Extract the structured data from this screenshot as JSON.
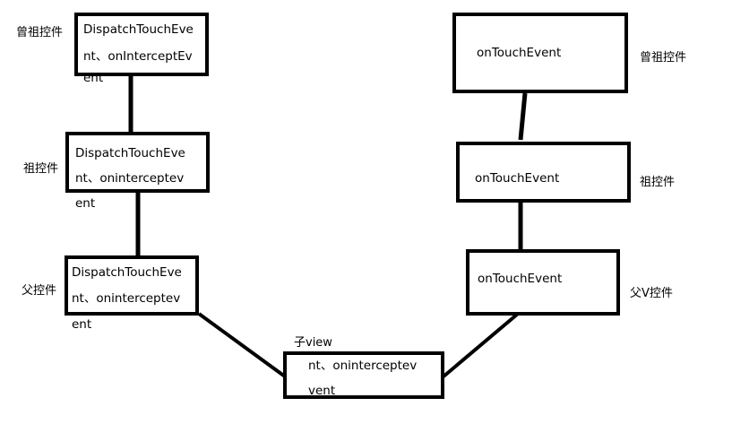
{
  "left_chain": {
    "great_grandparent": {
      "label": "曾祖控件",
      "lines": [
        "DispatchTouchEve",
        "nt、onInterceptEv",
        "ent"
      ]
    },
    "grandparent": {
      "label": "祖控件",
      "lines": [
        "DispatchTouchEve",
        "nt、oninterceptev",
        "ent"
      ]
    },
    "parent": {
      "label": "父控件",
      "lines": [
        "DispatchTouchEve",
        "nt、oninterceptev",
        "ent"
      ]
    }
  },
  "child": {
    "label": "子view",
    "lines": [
      "nt、oninterceptev",
      "vent"
    ]
  },
  "right_chain": {
    "great_grandparent": {
      "label": "曾祖控件",
      "text": "onTouchEvent"
    },
    "grandparent": {
      "label": "祖控件",
      "text": "onTouchEvent"
    },
    "parent": {
      "label": "父V控件",
      "text": "onTouchEvent"
    }
  }
}
